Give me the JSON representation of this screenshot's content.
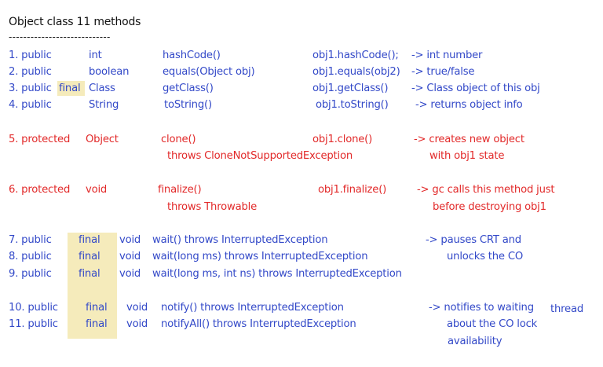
{
  "title": "Object class 11 methods",
  "underline": "----------------------------",
  "rows": [
    {
      "num": "1. public",
      "mod": "",
      "type": "int",
      "method": "hashCode()",
      "usage": "obj1.hashCode();",
      "note": "-> int number"
    },
    {
      "num": "2. public",
      "mod": "",
      "type": "boolean",
      "method": "equals(Object obj)",
      "usage": "obj1.equals(obj2)",
      "note": "-> true/false"
    },
    {
      "num": "3. public",
      "mod": "final",
      "type": "Class",
      "method": "getClass()",
      "usage": "obj1.getClass()",
      "note": "-> Class object of this obj"
    },
    {
      "num": "4. public",
      "mod": "",
      "type": "String",
      "method": "toString()",
      "usage": "obj1.toString()",
      "note": "-> returns object info"
    },
    {
      "num": "5. protected",
      "mod": "",
      "type": "Object",
      "method": "clone()",
      "method2": "throws CloneNotSupportedException",
      "usage": "obj1.clone()",
      "note": "-> creates new object",
      "note2": "with obj1 state"
    },
    {
      "num": "6. protected",
      "mod": "",
      "type": "void",
      "method": "finalize()",
      "method2": "throws Throwable",
      "usage": "obj1.finalize()",
      "note": "-> gc calls this method just",
      "note2": "before destroying obj1"
    },
    {
      "num": "7. public",
      "mod": "final",
      "type": "void",
      "method": "wait() throws InterruptedException",
      "usage": "",
      "note": "-> pauses CRT and"
    },
    {
      "num": "8. public",
      "mod": "final",
      "type": "void",
      "method": "wait(long ms) throws InterruptedException",
      "usage": "",
      "note": "unlocks the CO"
    },
    {
      "num": "9. public",
      "mod": "final",
      "type": "void",
      "method": "wait(long ms, int ns) throws InterruptedException",
      "usage": "",
      "note": ""
    },
    {
      "num": "10. public",
      "mod": "final",
      "type": "void",
      "method": "notify() throws InterruptedException",
      "usage": "",
      "note": "-> notifies to waiting",
      "note_extra": "thread"
    },
    {
      "num": "11. public",
      "mod": "final",
      "type": "void",
      "method": "notifyAll() throws InterruptedException",
      "usage": "",
      "note": "about the CO lock",
      "note2": "availability"
    }
  ],
  "colors": {
    "blue": "#3349c8",
    "red": "#e22a2a",
    "highlight": "#f5ebbb"
  }
}
